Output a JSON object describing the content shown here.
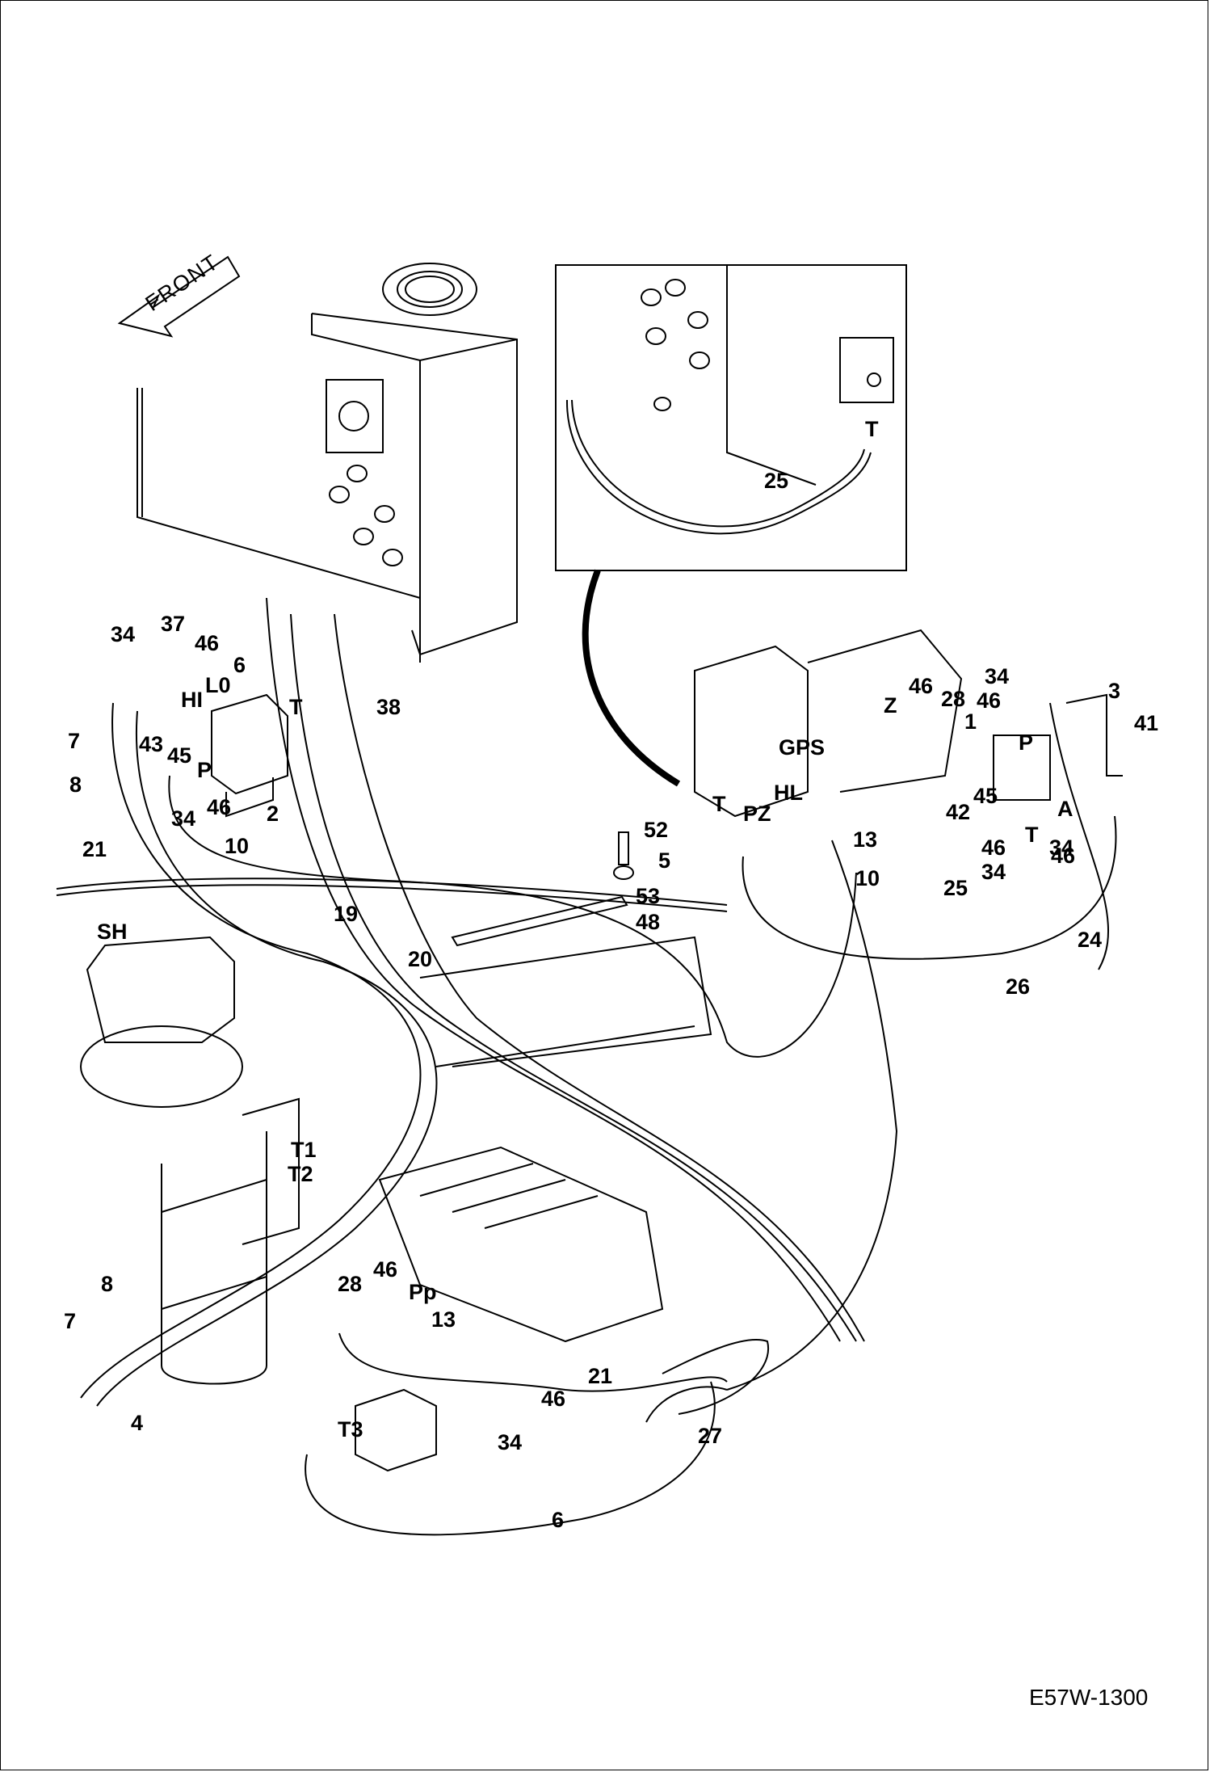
{
  "drawing": {
    "front_label": "FRONT",
    "code": "E57W-1300"
  },
  "callouts": [
    {
      "id": "c1",
      "text": "34"
    },
    {
      "id": "c2",
      "text": "37"
    },
    {
      "id": "c3",
      "text": "46"
    },
    {
      "id": "c4",
      "text": "6"
    },
    {
      "id": "c5",
      "text": "L0"
    },
    {
      "id": "c6",
      "text": "HI"
    },
    {
      "id": "c7",
      "text": "T"
    },
    {
      "id": "c8",
      "text": "38"
    },
    {
      "id": "c9",
      "text": "7"
    },
    {
      "id": "c10",
      "text": "43"
    },
    {
      "id": "c11",
      "text": "45"
    },
    {
      "id": "c12",
      "text": "P"
    },
    {
      "id": "c13",
      "text": "8"
    },
    {
      "id": "c14",
      "text": "34"
    },
    {
      "id": "c15",
      "text": "46"
    },
    {
      "id": "c16",
      "text": "2"
    },
    {
      "id": "c17",
      "text": "21"
    },
    {
      "id": "c18",
      "text": "10"
    },
    {
      "id": "c19",
      "text": "SH"
    },
    {
      "id": "c20",
      "text": "19"
    },
    {
      "id": "c21",
      "text": "20"
    },
    {
      "id": "c22",
      "text": "52"
    },
    {
      "id": "c23",
      "text": "5"
    },
    {
      "id": "c24",
      "text": "53"
    },
    {
      "id": "c25",
      "text": "48"
    },
    {
      "id": "c26",
      "text": "25"
    },
    {
      "id": "c27",
      "text": "T"
    },
    {
      "id": "c28",
      "text": "34"
    },
    {
      "id": "c29",
      "text": "46"
    },
    {
      "id": "c30",
      "text": "3"
    },
    {
      "id": "c31",
      "text": "41"
    },
    {
      "id": "c32",
      "text": "46"
    },
    {
      "id": "c33",
      "text": "28"
    },
    {
      "id": "c34",
      "text": "Z"
    },
    {
      "id": "c35",
      "text": "1"
    },
    {
      "id": "c36",
      "text": "P"
    },
    {
      "id": "c37",
      "text": "GPS"
    },
    {
      "id": "c38",
      "text": "T"
    },
    {
      "id": "c39",
      "text": "PZ"
    },
    {
      "id": "c40",
      "text": "HL"
    },
    {
      "id": "c41",
      "text": "13"
    },
    {
      "id": "c42",
      "text": "42"
    },
    {
      "id": "c43",
      "text": "45"
    },
    {
      "id": "c44",
      "text": "A"
    },
    {
      "id": "c45",
      "text": "46"
    },
    {
      "id": "c46",
      "text": "T"
    },
    {
      "id": "c47",
      "text": "46"
    },
    {
      "id": "c48",
      "text": "34"
    },
    {
      "id": "c49",
      "text": "34"
    },
    {
      "id": "c50",
      "text": "10"
    },
    {
      "id": "c51",
      "text": "25"
    },
    {
      "id": "c52",
      "text": "24"
    },
    {
      "id": "c53",
      "text": "26"
    },
    {
      "id": "c54",
      "text": "T1"
    },
    {
      "id": "c55",
      "text": "T2"
    },
    {
      "id": "c56",
      "text": "8"
    },
    {
      "id": "c57",
      "text": "28"
    },
    {
      "id": "c58",
      "text": "46"
    },
    {
      "id": "c59",
      "text": "Pp"
    },
    {
      "id": "c60",
      "text": "7"
    },
    {
      "id": "c61",
      "text": "13"
    },
    {
      "id": "c62",
      "text": "21"
    },
    {
      "id": "c63",
      "text": "46"
    },
    {
      "id": "c64",
      "text": "4"
    },
    {
      "id": "c65",
      "text": "T3"
    },
    {
      "id": "c66",
      "text": "34"
    },
    {
      "id": "c67",
      "text": "27"
    },
    {
      "id": "c68",
      "text": "6"
    }
  ]
}
